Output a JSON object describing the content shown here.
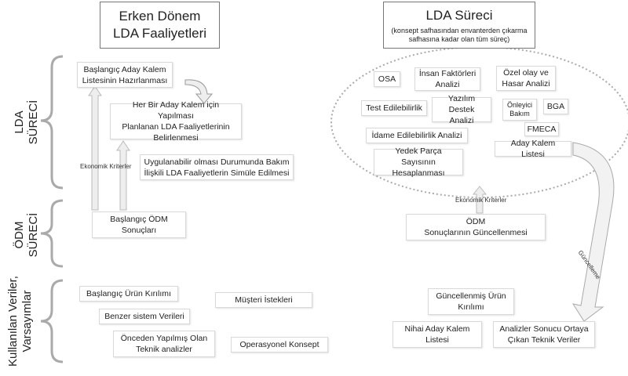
{
  "left_title": "Erken Dönem\nLDA Faaliyetleri",
  "right_title": "LDA Süreci",
  "right_subtitle": "(konsept safhasından envanterden çıkarma\nsafhasına kadar olan tüm süreç)",
  "side_labels": {
    "lda": "LDA\nSÜRECİ",
    "odm": "ÖDM\nSÜRECİ",
    "inputs": "Kullanılan Veriler,\nVarsayımlar"
  },
  "left_lda": {
    "candidate_list": "Başlangıç Aday Kalem\nListesinin Hazırlanması",
    "planned_activities": "Her Bir Aday Kalem için Yapılması\nPlanlanan LDA Faaliyetlerinin\nBelirlenmesi",
    "maintenance_sim": "Uygulanabilir olması Durumunda Bakım\nİlişkili LDA Faaliyetlerin Simüle Edilmesi"
  },
  "left_odm": {
    "initial_results": "Başlangıç ÖDM\nSonuçları"
  },
  "econ_left": "Ekonomik Kriterler",
  "econ_right": "Ekonomik Kriterler",
  "update_label": "Güncelleme",
  "left_inputs": {
    "breakdown": "Başlangıç Ürün Kırılımı",
    "similar": "Benzer sistem Verileri",
    "prior": "Önceden Yapılmış Olan\nTeknik analizler",
    "customer": "Müşteri İstekleri",
    "concept": "Operasyonel Konsept"
  },
  "ellipse": {
    "osa": "OSA",
    "human": "İnsan Faktörleri\nAnalizi",
    "special": "Özel olay ve\nHasar Analizi",
    "test": "Test Edilebilirlik",
    "software": "Yazılım Destek\nAnalizi",
    "preventive": "Önleyici\nBakım",
    "bga": "BGA",
    "fmeca": "FMECA",
    "sustain": "İdame Edilebilirlik Analizi",
    "candidate": "Aday Kalem Listesi",
    "spare": "Yedek Parça Sayısının\nHesaplanması"
  },
  "right_odm": {
    "update_results": "ÖDM\nSonuçlarının Güncellenmesi"
  },
  "right_inputs": {
    "updated_breakdown": "Güncellenmiş Ürün\nKırılımı",
    "final_list": "Nihai Aday Kalem\nListesi",
    "tech_data": "Analizler Sonucu Ortaya\nÇıkan Teknik Veriler"
  }
}
